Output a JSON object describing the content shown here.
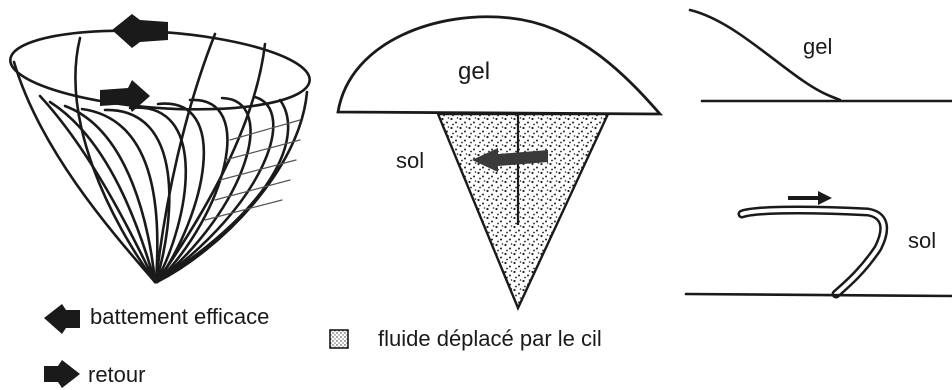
{
  "panel_middle": {
    "gel_label": "gel",
    "sol_label": "sol"
  },
  "panel_right_top": {
    "gel_label": "gel"
  },
  "panel_right_bottom": {
    "sol_label": "sol"
  },
  "legend": {
    "effective_stroke_label": "battement efficace",
    "return_label": "retour",
    "fluid_label": "fluide déplacé par le cil"
  }
}
